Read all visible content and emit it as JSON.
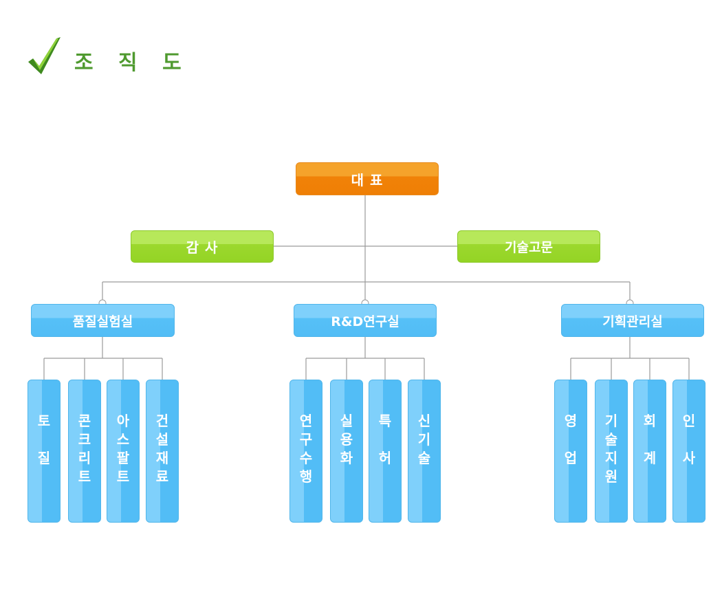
{
  "page": {
    "title": "조 직 도",
    "icon": "check-icon"
  },
  "colors": {
    "title_green": "#4f9a2f",
    "top_orange": "#f08208",
    "mid_green": "#9cd82e",
    "dept_blue": "#52bdf6",
    "line": "#999999"
  },
  "org": {
    "ceo": "대 표",
    "advisors": {
      "audit": "감 사",
      "tech_advisor": "기술고문"
    },
    "departments": [
      {
        "name": "품질실험실",
        "teams": [
          "토\n\n질",
          "콘\n크\n리\n트",
          "아\n스\n팔\n트",
          "건\n설\n재\n료"
        ]
      },
      {
        "name": "R&D연구실",
        "teams": [
          "연\n구\n수\n행",
          "실\n용\n화",
          "특\n\n허",
          "신\n기\n술"
        ]
      },
      {
        "name": "기획관리실",
        "teams": [
          "영\n\n업",
          "기\n술\n지\n원",
          "회\n\n계",
          "인\n\n사"
        ]
      }
    ]
  }
}
